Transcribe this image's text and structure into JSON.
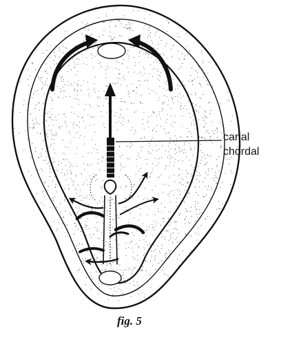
{
  "labels": {
    "pointer_line1": "canal",
    "pointer_line2": "chordal"
  },
  "caption": "fig. 5",
  "colors": {
    "ink": "#111111",
    "stipple": "#2a2a2a",
    "paper": "#ffffff"
  }
}
